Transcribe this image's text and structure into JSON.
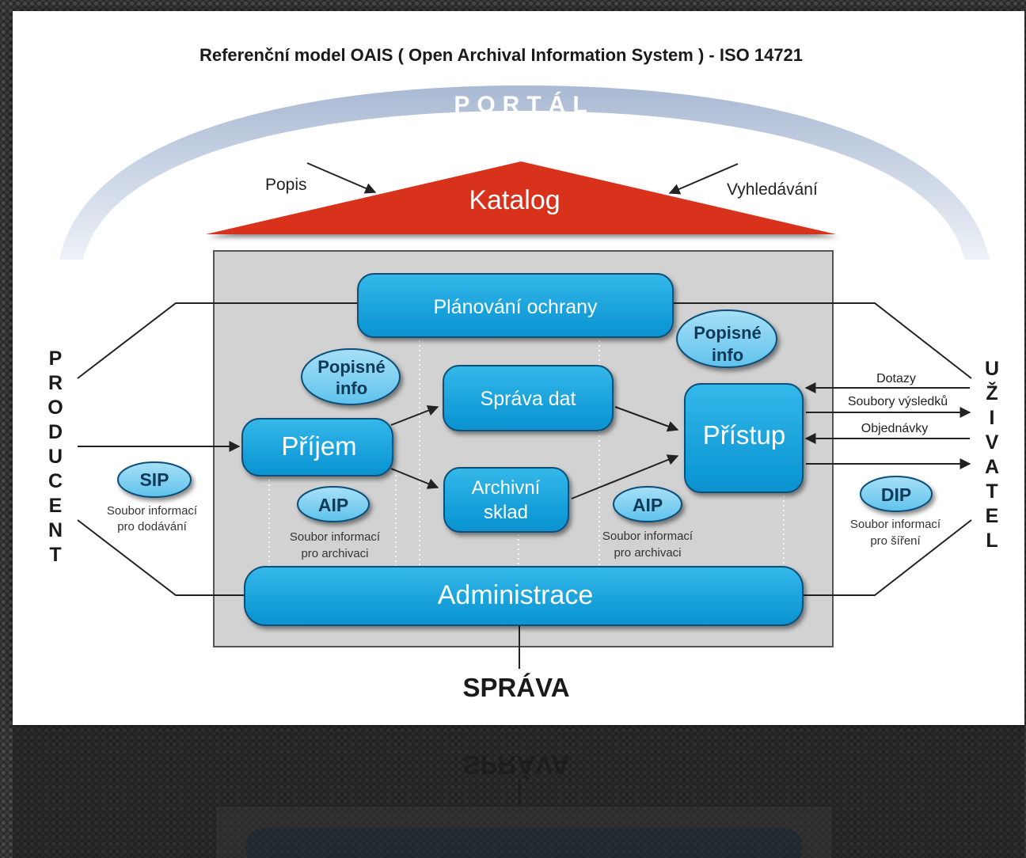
{
  "diagram": {
    "title": "Referenční model OAIS ( Open Archival Information System ) - ISO 14721",
    "portal": "PORTÁL",
    "katalog": "Katalog",
    "popis": "Popis",
    "vyhledavani": "Vyhledávání",
    "planovani": "Plánování ochrany",
    "popisne_info_left": [
      "Popisné",
      "info"
    ],
    "popisne_info_right": [
      "Popisné",
      "info"
    ],
    "sprava_dat": "Správa dat",
    "prijem": "Příjem",
    "archivni_sklad": [
      "Archivní",
      "sklad"
    ],
    "pristup": "Přístup",
    "administrace": "Administrace",
    "sip": "SIP",
    "sip_desc": [
      "Soubor informací",
      "pro dodávání"
    ],
    "aip": "AIP",
    "aip_desc": [
      "Soubor informací",
      "pro archivaci"
    ],
    "dip": "DIP",
    "dip_desc": [
      "Soubor informací",
      "pro šíření"
    ],
    "producent": [
      "P",
      "R",
      "O",
      "D",
      "U",
      "C",
      "E",
      "N",
      "T"
    ],
    "uzivatel": [
      "U",
      "Ž",
      "I",
      "V",
      "A",
      "T",
      "E",
      "L"
    ],
    "dotazy": "Dotazy",
    "soubory_vysledku": "Soubory výsledků",
    "objednavky": "Objednávky",
    "sprava": "SPRÁVA"
  },
  "colors": {
    "box_fill": "#0ea2dd",
    "box_stroke": "#0b4f78",
    "ellipse_fill": "#7fd0f2",
    "katalog_fill": "#d8321d",
    "panel_fill": "#d2d2d2",
    "portal_arc": "#b9c7dc"
  }
}
